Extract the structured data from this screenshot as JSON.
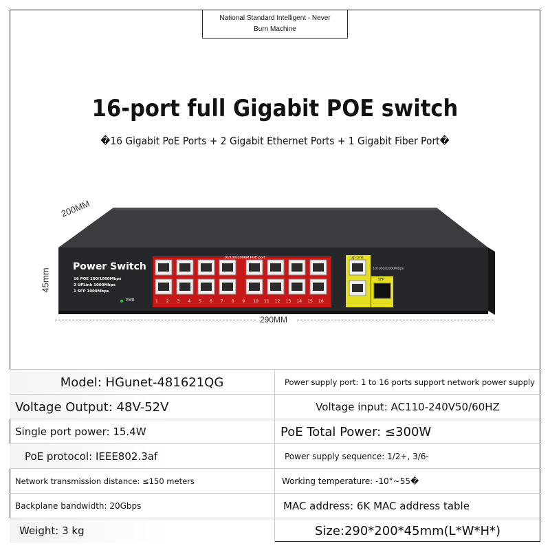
{
  "badge": "National Standard Intelligent - Never Burn Machine",
  "title": "16-port full Gigabit POE switch",
  "subtitle": "�16 Gigabit PoE Ports + 2 Gigabit Ethernet Ports + 1 Gigabit Fiber Port�",
  "product": {
    "brand": "Power Switch",
    "features": [
      "16 POE 100/1000Mbps",
      "2 UPLink 1000Mbps",
      "1 SFP 1000Mbps"
    ],
    "pwr_label": "PWR",
    "poe_port_label": "10/100/1000M POE port",
    "uplink_label": "Up Link",
    "sfp_label": "SFP",
    "speed_label": "10/100/1000Mbps",
    "port_numbers": [
      "1",
      "2",
      "3",
      "4",
      "5",
      "6",
      "7",
      "8",
      "9",
      "10",
      "11",
      "12",
      "13",
      "14",
      "15",
      "16"
    ],
    "colors": {
      "body": "#2b2d30",
      "panel": "#1e1f22",
      "poe_strip": "#d01c1c",
      "uplink": "#e4e021"
    }
  },
  "dimensions": {
    "width": "290MM",
    "depth": "200MM",
    "height": "45mm"
  },
  "specs": [
    {
      "left": "Model: HGunet-481621QG",
      "right": "Power supply port: 1 to 16 ports support network power supply"
    },
    {
      "left": "Voltage Output: 48V-52V",
      "right": "Voltage input: AC110-240V50/60HZ"
    },
    {
      "left": "Single port power: 15.4W",
      "right": "PoE Total Power: ≤300W"
    },
    {
      "left": "PoE protocol: IEEE802.3af",
      "right": "Power supply sequence: 1/2+, 3/6-"
    },
    {
      "left": "Network transmission distance: ≤150 meters",
      "right": "Working temperature: -10°~55�"
    },
    {
      "left": "Backplane bandwidth: 20Gbps",
      "right": "MAC address: 6K MAC address table"
    },
    {
      "left": "Weight: 3 kg",
      "right": "Size:290*200*45mm(L*W*H*)"
    }
  ]
}
